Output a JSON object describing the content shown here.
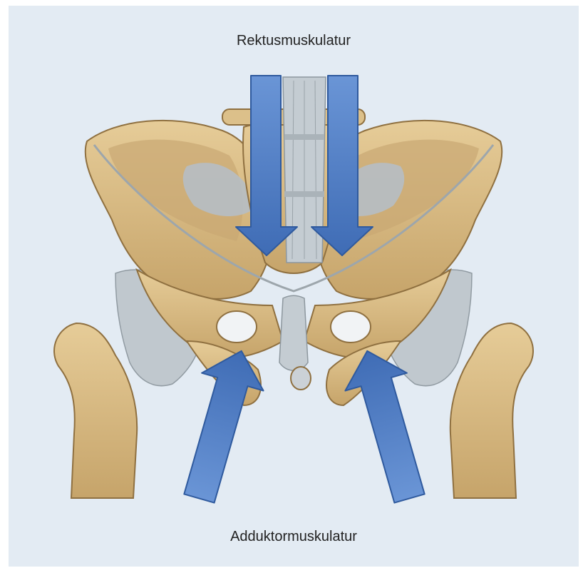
{
  "labels": {
    "top": "Rektusmuskulatur",
    "bottom": "Adduktormuskulatur"
  },
  "colors": {
    "background": "#e3ebf3",
    "bone": "#d8bb84",
    "bone_shadow": "#a9884f",
    "ligament": "#b9c2c8",
    "arrow_fill": "#4f7cc4",
    "arrow_edge": "#2f5a9e"
  },
  "figure": {
    "subject": "pelvis-anterior-view"
  }
}
